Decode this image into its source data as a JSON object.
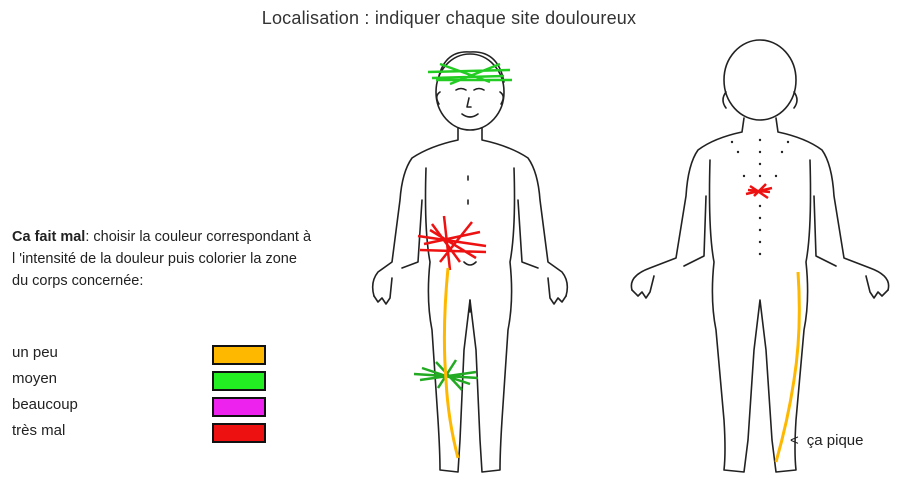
{
  "title": "Localisation : indiquer chaque site douloureux",
  "instructions": {
    "bold": "Ca fait mal",
    "text": ": choisir la couleur correspondant à l 'intensité de la douleur puis colorier la zone du corps concernée:"
  },
  "legend": [
    {
      "label": "un peu",
      "color": "#ffb800"
    },
    {
      "label": "moyen",
      "color": "#22ee22"
    },
    {
      "label": "beaucoup",
      "color": "#ee22ee"
    },
    {
      "label": "très mal",
      "color": "#ee1111"
    }
  ],
  "annotation": {
    "arrow": "<",
    "text": "ça pique"
  },
  "pain_marks": [
    {
      "view": "front",
      "region": "forehead",
      "intensity": "moyen"
    },
    {
      "view": "front",
      "region": "right abdomen",
      "intensity": "très mal"
    },
    {
      "view": "front",
      "region": "right knee",
      "intensity": "moyen"
    },
    {
      "view": "front",
      "region": "right leg",
      "intensity": "un peu"
    },
    {
      "view": "back",
      "region": "mid back",
      "intensity": "très mal"
    },
    {
      "view": "back",
      "region": "left leg",
      "intensity": "un peu"
    }
  ]
}
